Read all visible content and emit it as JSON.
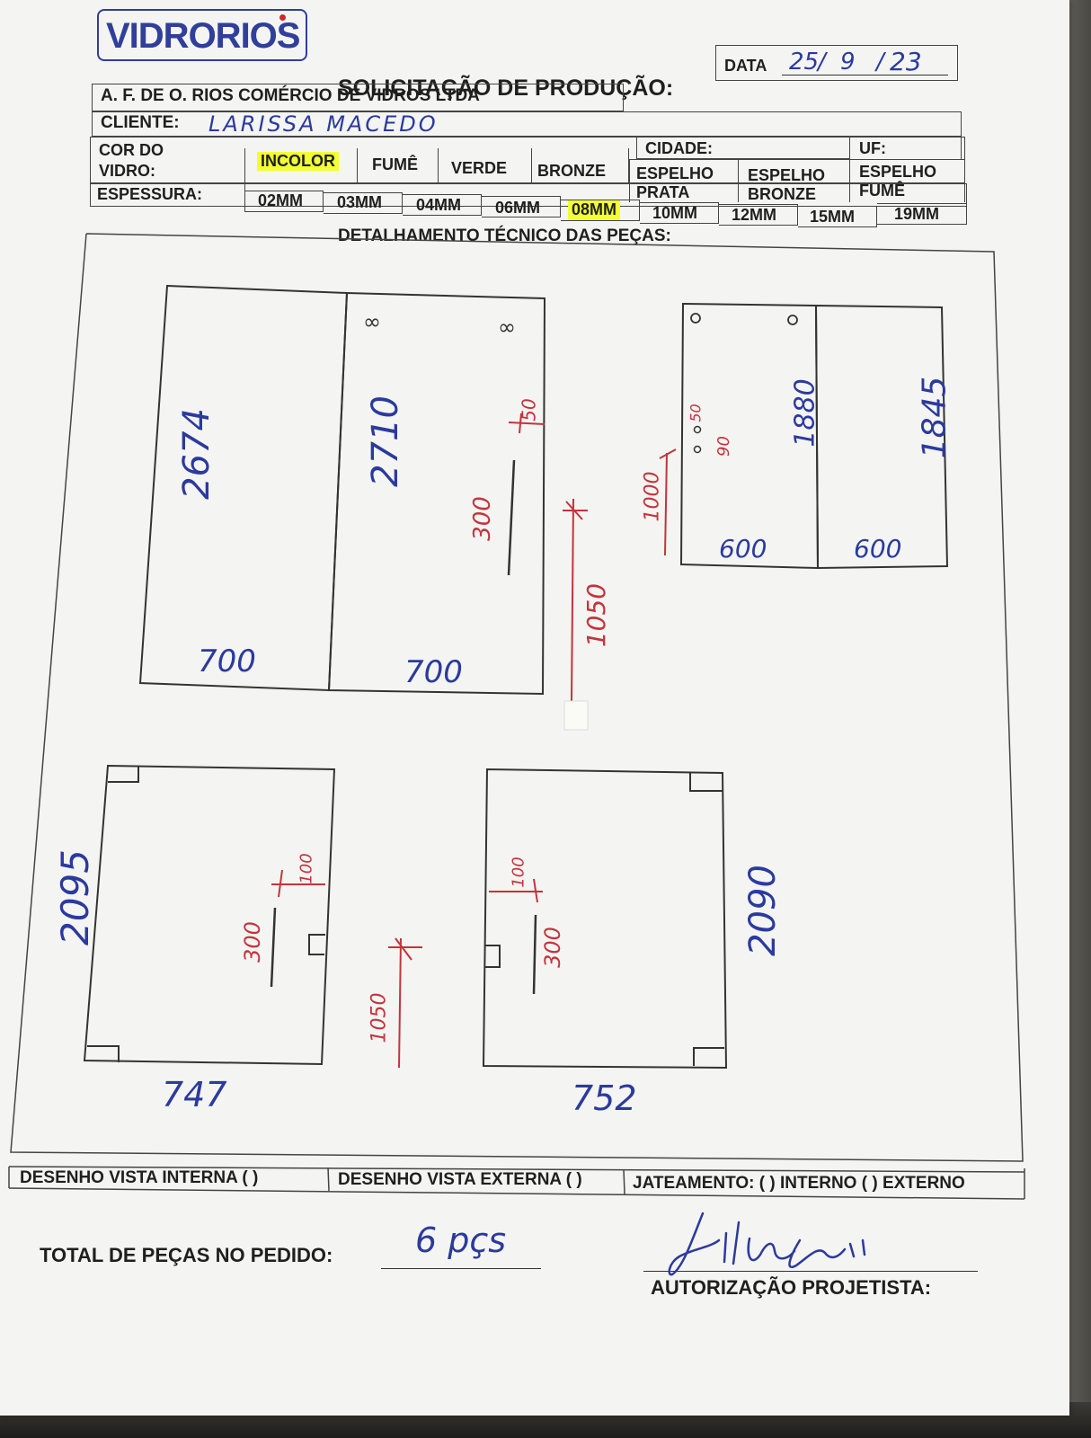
{
  "header": {
    "logo_text": "VIDRORIOS",
    "title": "SOLICITAÇÃO DE PRODUÇÃO:",
    "date_label": "DATA",
    "date_day": "25",
    "date_month": "9",
    "date_year": "23",
    "company": "A. F. DE O. RIOS COMÉRCIO DE VIDROS LTDA",
    "client_label": "CLIENTE:",
    "client_value": "LARISSA MACEDO",
    "city_label": "CIDADE:",
    "uf_label": "UF:"
  },
  "glass_color": {
    "label_line1": "COR DO",
    "label_line2": "VIDRO:",
    "options": [
      "INCOLOR",
      "FUMÊ",
      "VERDE",
      "BRONZE",
      "ESPELHO PRATA",
      "ESPELHO BRONZE",
      "ESPELHO FUMÊ"
    ],
    "selected": "INCOLOR"
  },
  "thickness": {
    "label": "ESPESSURA:",
    "options": [
      "02MM",
      "03MM",
      "04MM",
      "06MM",
      "08MM",
      "10MM",
      "12MM",
      "15MM",
      "19MM"
    ],
    "selected": "08MM"
  },
  "section_title": "DETALHAMENTO TÉCNICO DAS PEÇAS:",
  "drawings": {
    "top_left": {
      "panel_a": {
        "height": "2674",
        "width": "700"
      },
      "panel_b": {
        "height": "2710",
        "width": "700",
        "handle_height": "300",
        "handle_offset": "50"
      },
      "floor_height": "1050"
    },
    "top_right": {
      "panel_a": {
        "height": "1880",
        "width": "600",
        "hole_offset": "50",
        "hole_gap": "90"
      },
      "panel_b": {
        "height": "1845",
        "width": "600"
      },
      "floor_height": "1000"
    },
    "bottom_left": {
      "height": "2095",
      "width": "747",
      "handle_height": "300",
      "handle_offset": "100"
    },
    "bottom_right": {
      "height": "2090",
      "width": "752",
      "handle_height": "300",
      "handle_offset": "100"
    },
    "bottom_floor_height": "1050"
  },
  "footer": {
    "internal_view": "DESENHO VISTA INTERNA ( )",
    "external_view": "DESENHO VISTA EXTERNA ( )",
    "sandblasting": "JATEAMENTO: ( ) INTERNO ( ) EXTERNO",
    "total_label": "TOTAL DE PEÇAS NO PEDIDO:",
    "total_value": "6 pçs",
    "authorization_label": "AUTORIZAÇÃO PROJETISTA:"
  }
}
